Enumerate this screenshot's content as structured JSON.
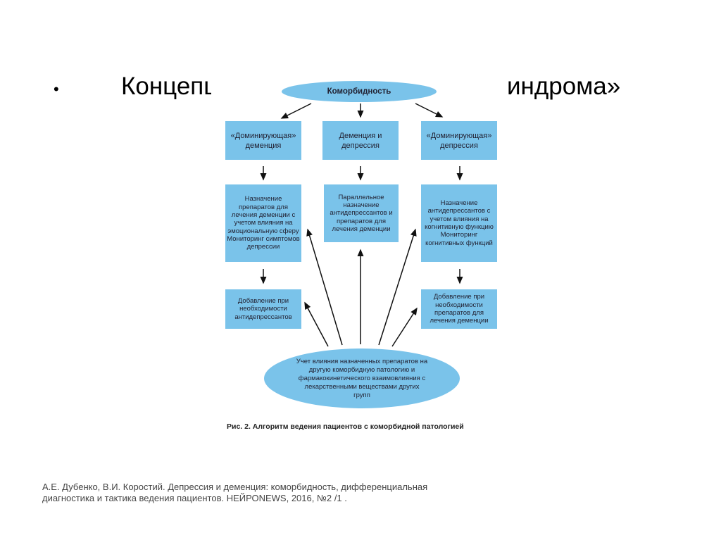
{
  "slide": {
    "bullet": "•",
    "title_left": "Концепц",
    "title_right": "индрома»"
  },
  "diagram": {
    "top": "Коморбидность",
    "row1": [
      "«Доминирующая» деменция",
      "Деменция и депрессия",
      "«Доминирующая» депрессия"
    ],
    "row2": [
      "Назначение препаратов для лечения деменции с учетом влияния на эмоциональную сферу Мониторинг симптомов депрессии",
      "Параллельное назначение антидепрессантов и препаратов для лечения деменции",
      "Назначение антидепрессантов с учетом влияния на когнитивную функцию Мониторинг когнитивных функций"
    ],
    "row3": [
      "Добавление при необходимости антидепрессантов",
      "Добавление при необходимости препаратов для лечения деменции"
    ],
    "bottom": "Учет влияния назначенных препаратов на другую коморбидную патологию и фармакокинетического взаимовлияния с лекарственными веществами других групп",
    "caption": "Рис. 2. Алгоритм ведения пациентов с коморбидной патологией",
    "fill_color": "#7ac3ea"
  },
  "footer": {
    "line1": "А.Е. Дубенко, В.И. Коростий. Депрессия и деменция: коморбидность, дифференциальная",
    "line2": "диагностика и тактика ведения пациентов. НЕЙРОNEWS, 2016, №2 /1 ."
  }
}
